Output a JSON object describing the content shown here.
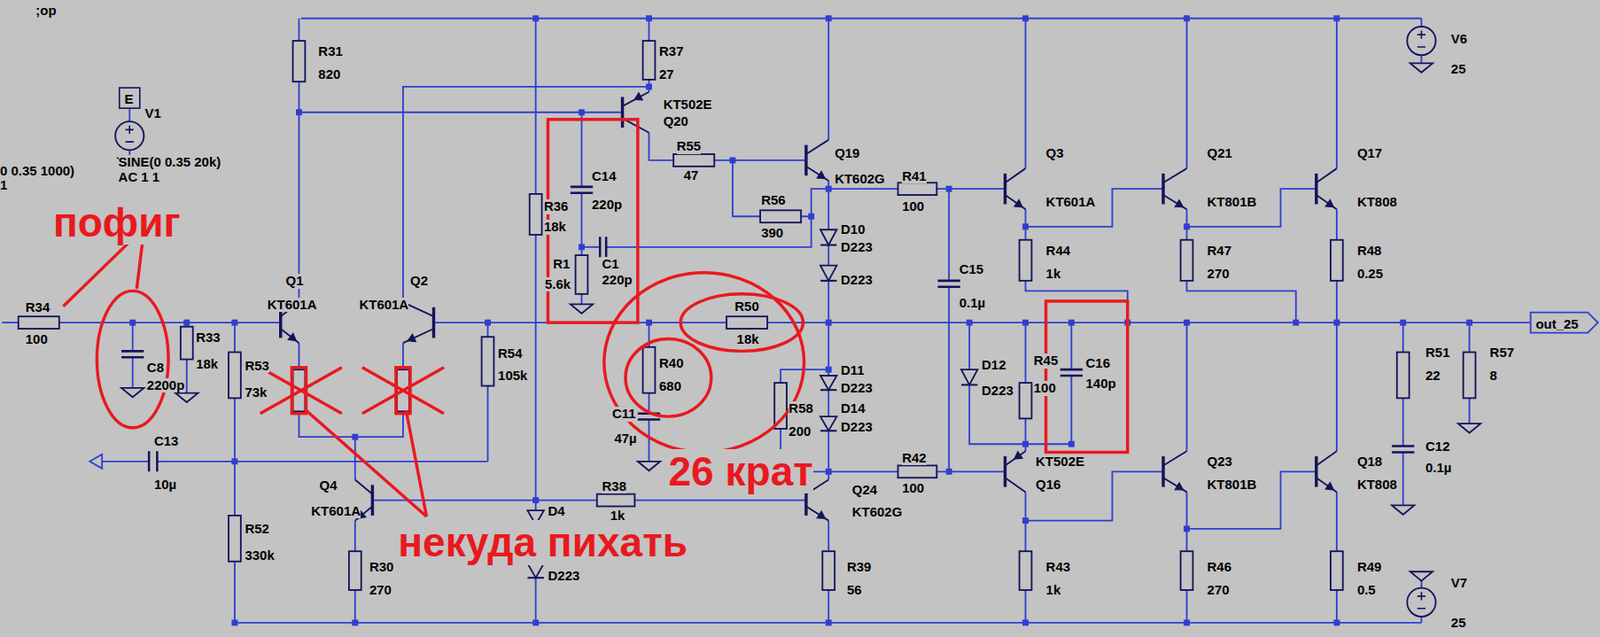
{
  "diagram": {
    "labels": [
      ";op",
      "0 0.35 1000)",
      "1",
      "E",
      "V1",
      "SINE(0 0.35 20k)",
      "AC 1 1",
      "пофиг",
      "R34",
      "100",
      "C8",
      "2200p",
      "R33",
      "18k",
      "R53",
      "73k",
      "C13",
      "10µ",
      "R52",
      "330k",
      "R31",
      "820",
      "Q1",
      "KT601A",
      "Q2",
      "KT601A",
      "R54",
      "105k",
      "Q4",
      "KT601A",
      "R30",
      "270",
      "R36",
      "18k",
      "R37",
      "27",
      "KT502E",
      "Q20",
      "C14",
      "220p",
      "R1",
      "5.6k",
      "C1",
      "220p",
      "R55",
      "47",
      "R56",
      "390",
      "Q19",
      "KT602G",
      "D10",
      "D223",
      "D223",
      "R50",
      "18k",
      "R40",
      "680",
      "C11",
      "47µ",
      "D11",
      "D223",
      "D14",
      "D223",
      "R58",
      "200",
      "R41",
      "100",
      "R42",
      "100",
      "Q24",
      "KT602G",
      "R38",
      "1k",
      "D4",
      "D223",
      "R39",
      "56",
      "C15",
      "0.1µ",
      "D12",
      "D223",
      "R45",
      "100",
      "C16",
      "140p",
      "KT502E",
      "Q16",
      "Q3",
      "KT601A",
      "R44",
      "1k",
      "R43",
      "1k",
      "Q21",
      "KT801B",
      "R47",
      "270",
      "Q23",
      "KT801B",
      "R46",
      "270",
      "Q17",
      "KT808",
      "R48",
      "0.25",
      "Q18",
      "KT808",
      "R49",
      "0.5",
      "R51",
      "22",
      "R57",
      "8",
      "C12",
      "0.1µ",
      "V6",
      "25",
      "V7",
      "25",
      "out_25",
      "26 крат",
      "некуда пихать"
    ]
  }
}
